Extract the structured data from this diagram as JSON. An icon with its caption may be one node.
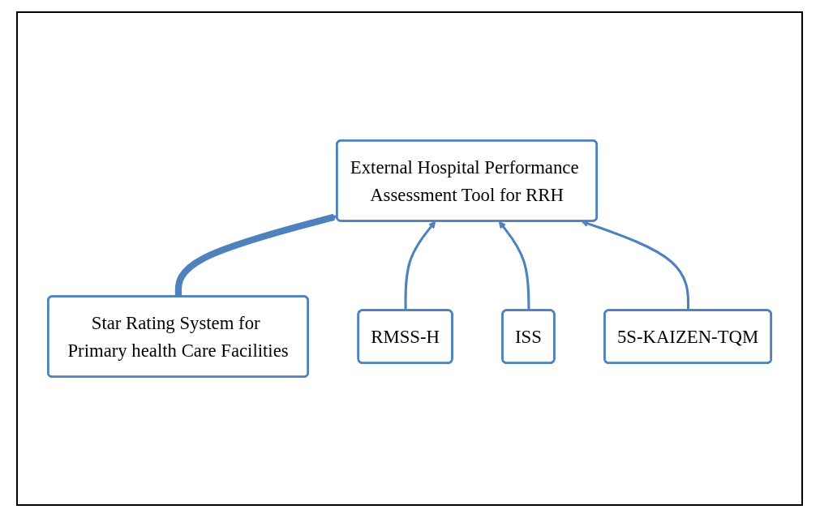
{
  "diagram": {
    "nodes": [
      {
        "text": [
          "External Hospital Performance Assessment Tool for RRH"
        ]
      },
      {
        "text": [
          "RMSS-H"
        ]
      },
      {
        "text": [
          "ISS"
        ]
      },
      {
        "text": [
          "5S-KAIZEN-TQM"
        ]
      },
      {
        "text": [
          "Star Rating System for Primary health Care Facilities"
        ]
      }
    ],
    "edges": [
      {
        "from": 4,
        "to": 0,
        "arrow": "to",
        "style": "thick"
      },
      {
        "from": 1,
        "to": 0,
        "arrow": "to"
      },
      {
        "from": 2,
        "to": 0,
        "arrow": "to"
      },
      {
        "from": 3,
        "to": 0,
        "arrow": "to"
      }
    ]
  }
}
